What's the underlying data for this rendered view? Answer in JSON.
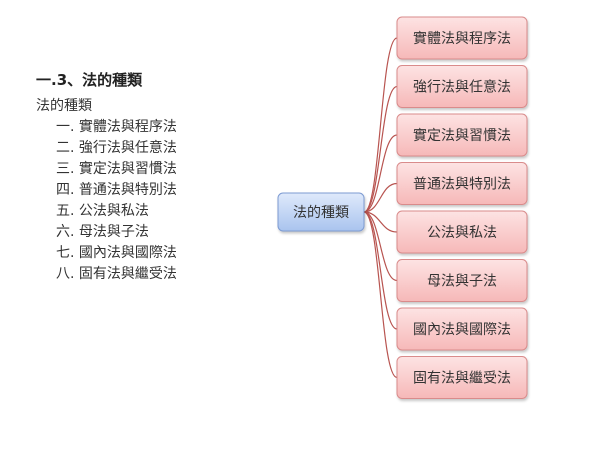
{
  "outline": {
    "title": "一.3、法的種類",
    "subtitle": "法的種類",
    "items": [
      "一. 實體法與程序法",
      "二. 強行法與任意法",
      "三. 實定法與習慣法",
      "四. 普通法與特別法",
      "五. 公法與私法",
      "六. 母法與子法",
      "七. 國內法與國際法",
      "八. 固有法與繼受法"
    ]
  },
  "diagram": {
    "root": "法的種類",
    "branches": [
      "實體法與程序法",
      "強行法與任意法",
      "實定法與習慣法",
      "普通法與特別法",
      "公法與私法",
      "母法與子法",
      "國內法與國際法",
      "固有法與繼受法"
    ],
    "colors": {
      "root_fill_top": "#dfe9fb",
      "root_fill_bottom": "#a9c3ee",
      "root_stroke": "#7d9bd2",
      "branch_fill_top": "#fde3e3",
      "branch_fill_bottom": "#f6b8b8",
      "branch_stroke": "#d98b8b",
      "connector": "#b85450"
    }
  }
}
